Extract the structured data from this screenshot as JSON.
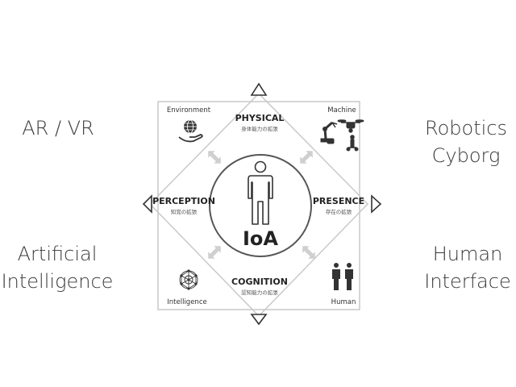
{
  "side_labels": {
    "top_left": "AR / VR",
    "bottom_left": [
      "Artificial",
      "Intelligence"
    ],
    "top_right": [
      "Robotics",
      "Cyborg"
    ],
    "bottom_right": [
      "Human",
      "Interface"
    ]
  },
  "center": {
    "title": "IoA"
  },
  "dimensions": {
    "physical": {
      "title": "PHYSICAL",
      "sub": "身体能力の拡張"
    },
    "perception": {
      "title": "PERCEPTION",
      "sub": "知覚の拡張"
    },
    "presence": {
      "title": "PRESENCE",
      "sub": "存在の拡張"
    },
    "cognition": {
      "title": "COGNITION",
      "sub": "認知能力の拡張"
    }
  },
  "corners": {
    "top_left": "Environment",
    "top_right": "Machine",
    "bottom_left": "Intelligence",
    "bottom_right": "Human"
  },
  "icons": {
    "environment": "globe-in-hand-icon",
    "machine": "robot-arm-drone-icon",
    "intelligence": "network-sphere-icon",
    "human": "two-people-icon",
    "center": "person-icon"
  },
  "colors": {
    "line": "#c9c9c9",
    "arrow": "#cfcfcf",
    "text": "#333333"
  }
}
